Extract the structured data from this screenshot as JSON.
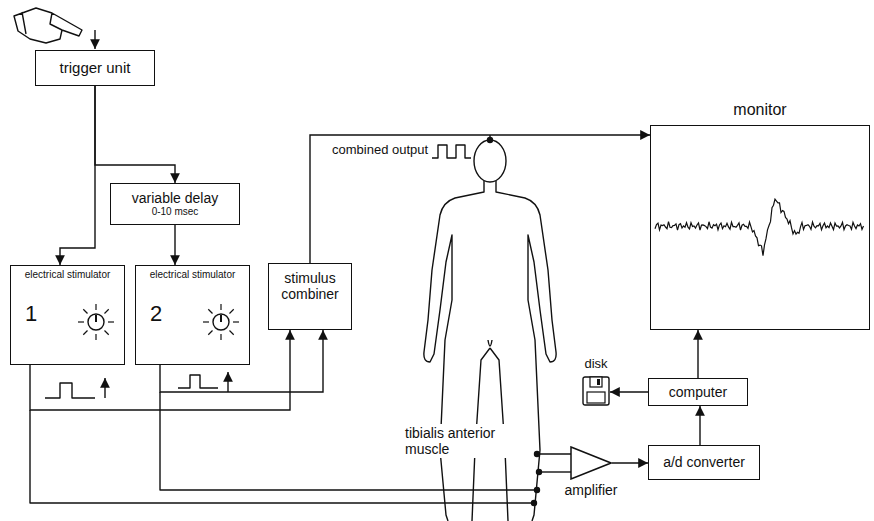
{
  "diagram": {
    "nodes": [
      {
        "text": [
          "trigger unit"
        ]
      },
      {
        "text": [
          "variable delay",
          "0-10 msec"
        ]
      },
      {
        "text": [
          "electrical stimulator",
          "1"
        ]
      },
      {
        "text": [
          "electrical stimulator",
          "2"
        ]
      },
      {
        "text": [
          "stimulus combiner"
        ]
      },
      {
        "text": [
          "monitor"
        ]
      },
      {
        "text": [
          "computer"
        ]
      },
      {
        "text": [
          "a/d converter"
        ]
      },
      {
        "text": [
          "amplifier"
        ]
      },
      {
        "text": [
          "disk"
        ]
      }
    ],
    "edges": [
      {
        "from": 0,
        "to": 2,
        "arrow": "to"
      },
      {
        "from": 0,
        "to": 1,
        "arrow": "to"
      },
      {
        "from": 1,
        "to": 3,
        "arrow": "to"
      },
      {
        "from": 2,
        "to": 4,
        "arrow": "to"
      },
      {
        "from": 3,
        "to": 4,
        "arrow": "to"
      },
      {
        "from": 4,
        "to": 5,
        "arrow": "to"
      },
      {
        "from": 8,
        "to": 7,
        "arrow": "to"
      },
      {
        "from": 7,
        "to": 6,
        "arrow": "to"
      },
      {
        "from": 6,
        "to": 5,
        "arrow": "to"
      },
      {
        "from": 6,
        "to": 9,
        "arrow": "to"
      }
    ],
    "labels": [
      "combined output",
      "tibialis anterior muscle"
    ]
  }
}
